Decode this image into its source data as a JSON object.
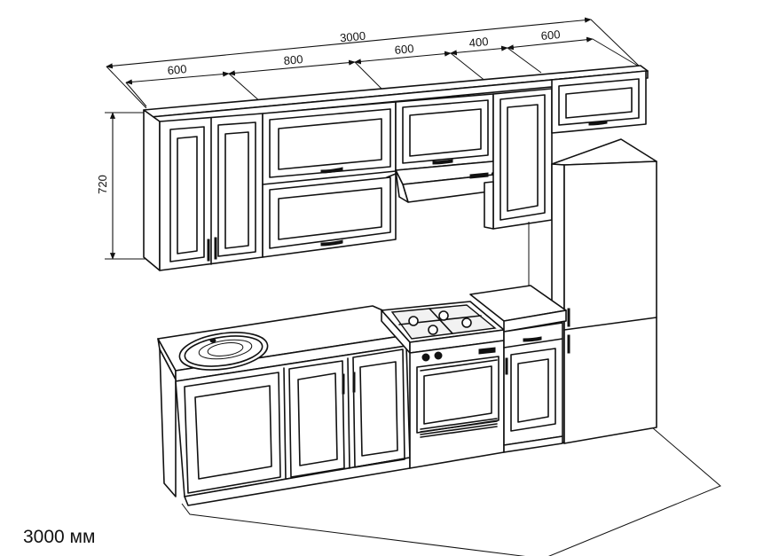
{
  "dimensions": {
    "total_width": "3000",
    "segments": [
      "600",
      "800",
      "600",
      "400",
      "600"
    ],
    "upper_height": "720"
  },
  "caption": "3000 мм"
}
